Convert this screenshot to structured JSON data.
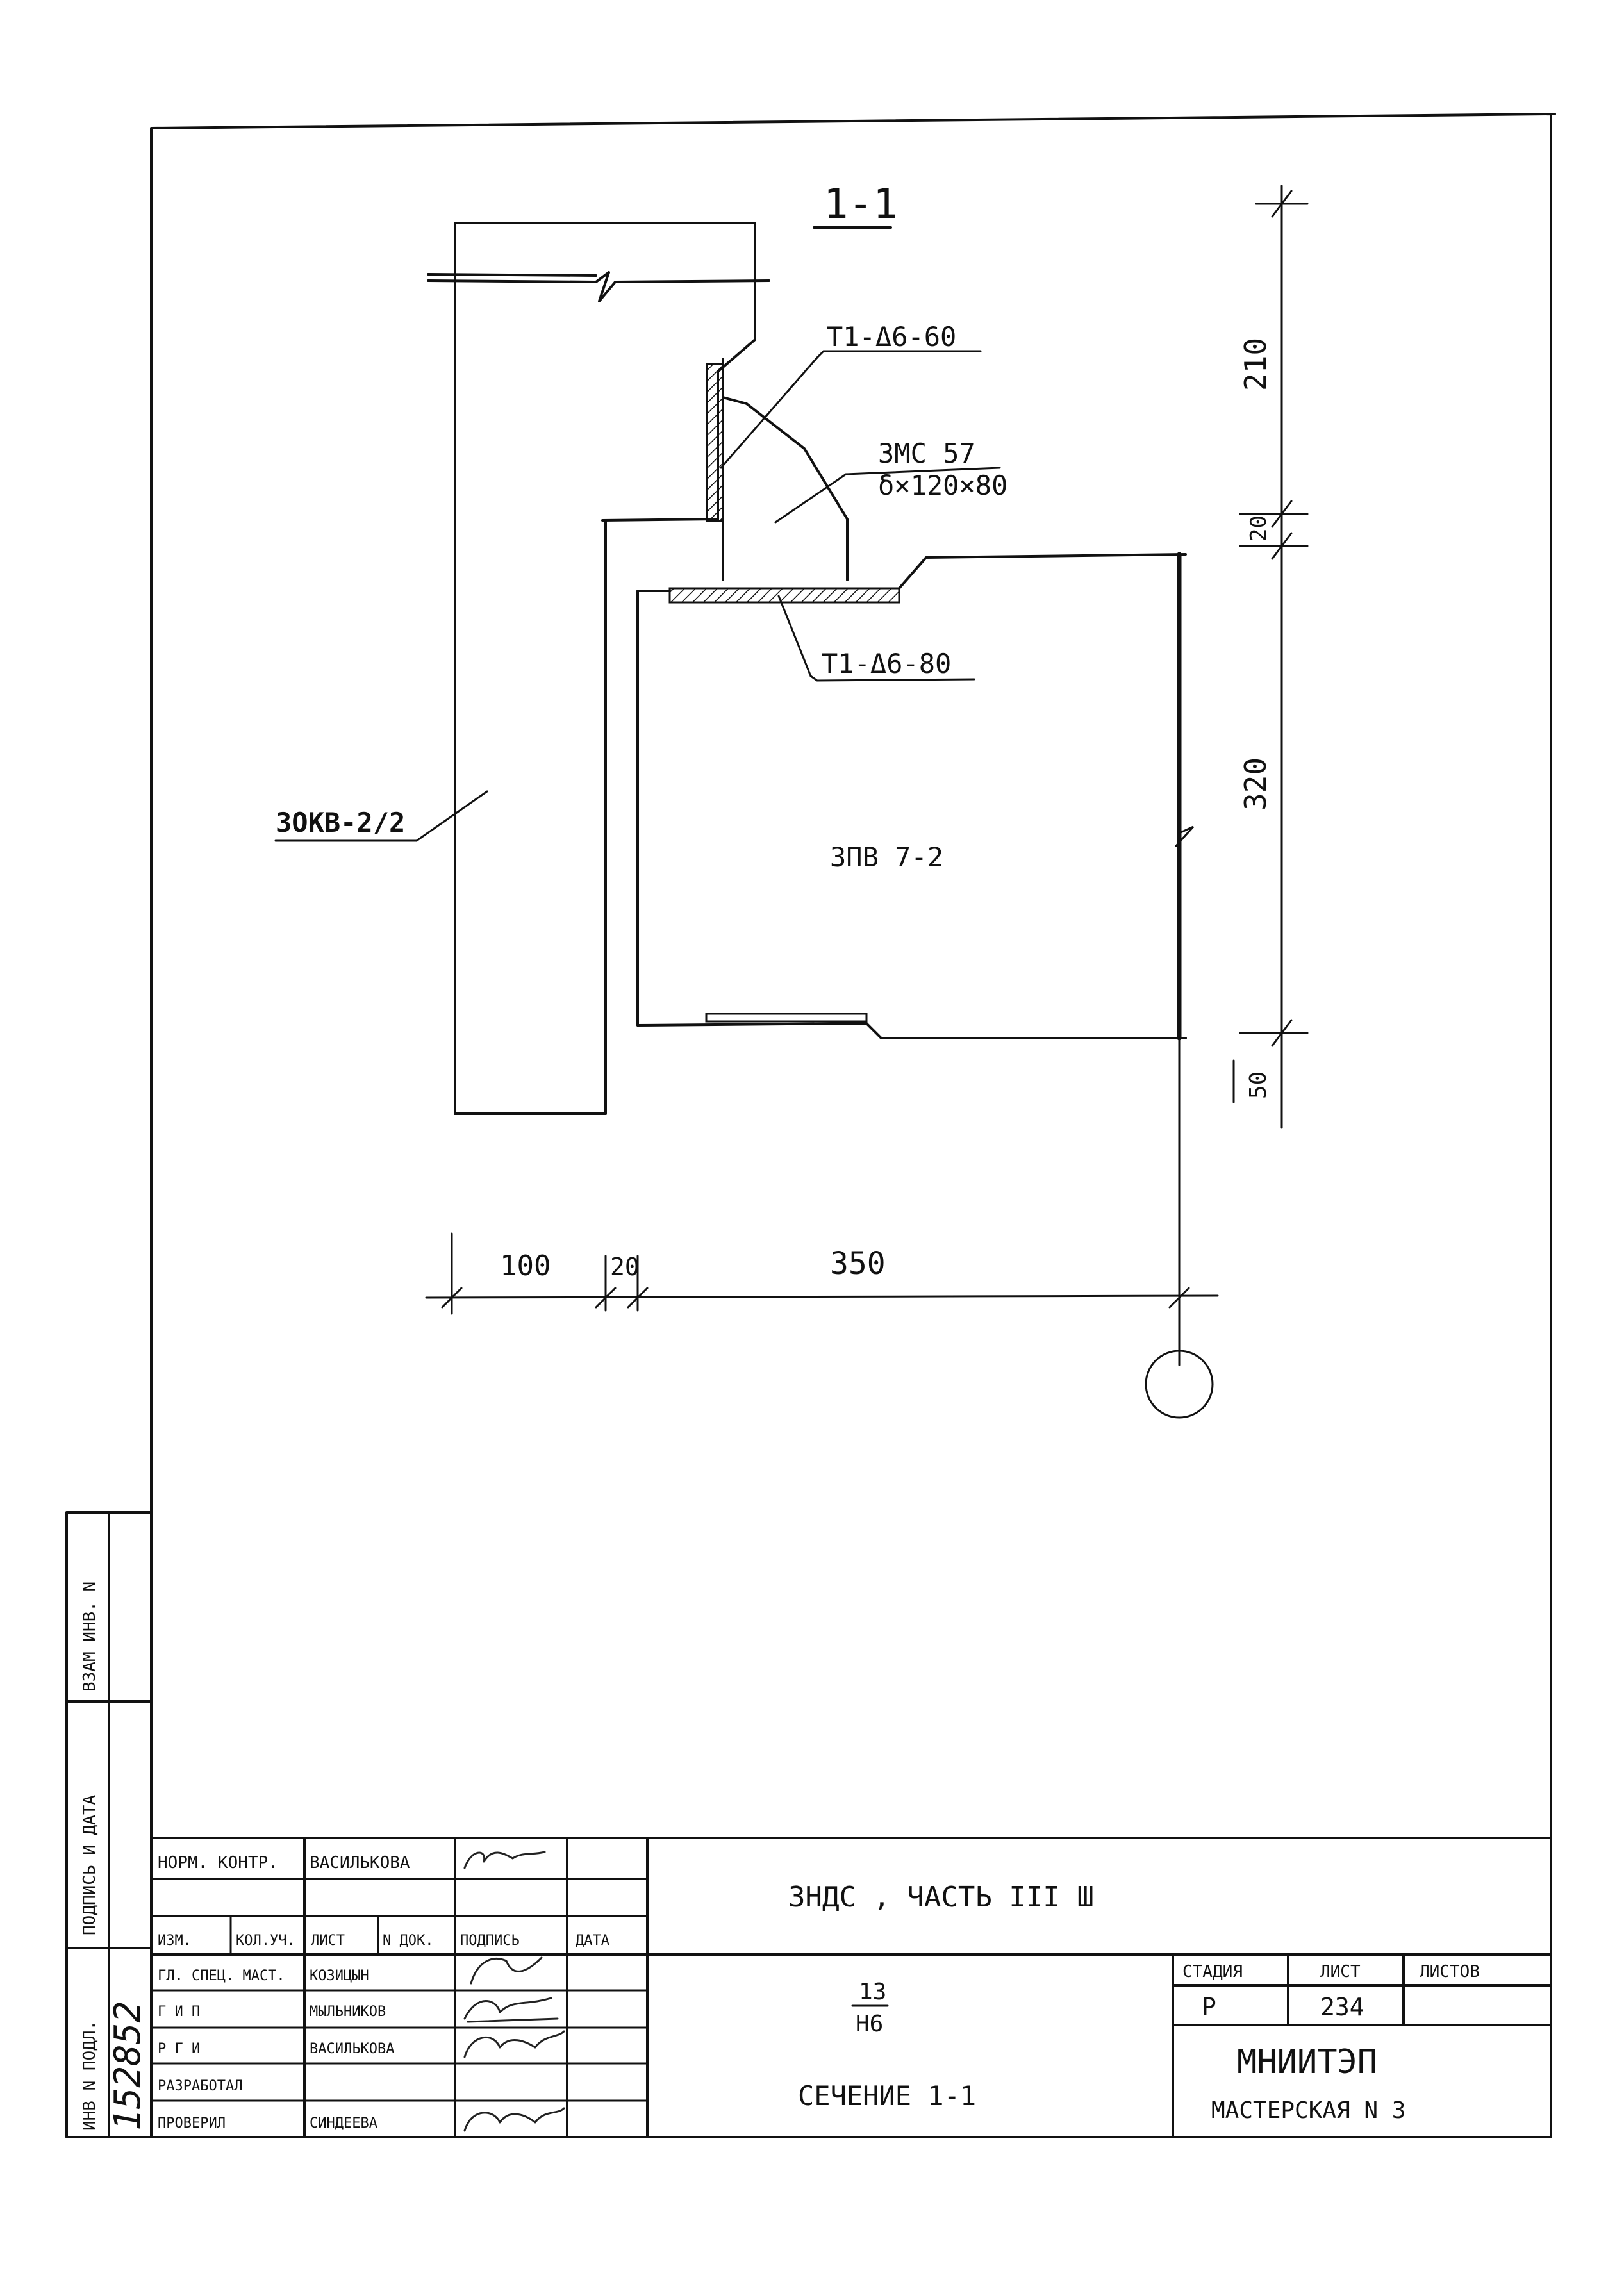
{
  "section_title": "1-1",
  "labels": {
    "weld_top": "Т1-Δ6-60",
    "plate_mark": "ЗМС 57",
    "plate_size": "δ×120×80",
    "weld_bottom": "Т1-Δ6-80",
    "column": "3ОКВ-2/2",
    "beam": "3ПВ 7-2"
  },
  "dimensions": {
    "vertical": [
      "210",
      "20",
      "320",
      "50"
    ],
    "horizontal": [
      "100",
      "20",
      "350"
    ]
  },
  "side_stamp": {
    "vzam": "ВЗАМ ИНВ. N",
    "podpis": "ПОДПИСЬ И ДАТА",
    "inv": "ИНВ N ПОДЛ.",
    "inv_value": "152852"
  },
  "title_block": {
    "norm_kontr_label": "НОРМ. КОНТР.",
    "norm_kontr_name": "ВАСИЛЬКОВА",
    "header": [
      "ИЗМ.",
      "КОЛ.УЧ.",
      "ЛИСТ",
      "N ДОК.",
      "ПОДПИСЬ",
      "ДАТА"
    ],
    "staff": [
      {
        "role": "ГЛ. СПЕЦ. МАСТ.",
        "name": "КОЗИЦЫН"
      },
      {
        "role": "Г И П",
        "name": "МЫЛЬНИКОВ"
      },
      {
        "role": "Р Г И",
        "name": "ВАСИЛЬКОВА"
      },
      {
        "role": "РАЗРАБОТАЛ",
        "name": ""
      },
      {
        "role": "ПРОВЕРИЛ",
        "name": "СИНДЕЕВА"
      }
    ],
    "project": "ЗНДС , ЧАСТЬ III Ш",
    "fraction_top": "13",
    "fraction_bottom": "Н6",
    "sheet_title": "СЕЧЕНИЕ 1-1",
    "stage_label": "СТАДИЯ",
    "sheet_label": "ЛИСТ",
    "sheets_label": "ЛИСТОВ",
    "stage_value": "Р",
    "sheet_value": "234",
    "sheets_value": "",
    "org": "МНИИТЭП",
    "workshop": "МАСТЕРСКАЯ N 3"
  }
}
